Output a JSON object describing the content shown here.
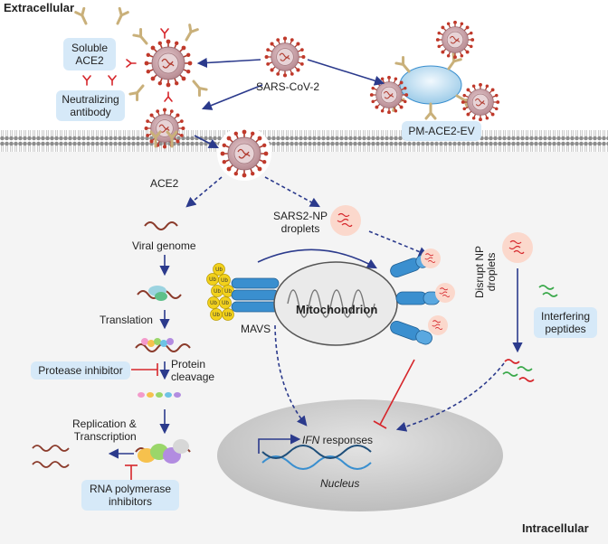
{
  "regions": {
    "extracellular": "Extracellular",
    "intracellular": "Intracellular",
    "nucleus": "Nucleus"
  },
  "virus": {
    "name": "SARS-CoV-2"
  },
  "receptors": {
    "ace2": "ACE2",
    "mavs": "MAVS",
    "mitochondrion": "Mitochondrion"
  },
  "interventions": {
    "soluble_ace2": [
      "Soluble",
      "ACE2"
    ],
    "neutralizing_antibody": [
      "Neutralizing",
      "antibody"
    ],
    "pm_ace2_ev": "PM-ACE2-EV",
    "protease_inhibitor": "Protease inhibitor",
    "rna_pol_inhibitors": [
      "RNA polymerase",
      "inhibitors"
    ],
    "interfering_peptides": [
      "Interfering",
      "peptides"
    ]
  },
  "steps": {
    "viral_genome": "Viral genome",
    "translation": "Translation",
    "protein_cleavage": [
      "Protein",
      "cleavage"
    ],
    "replication": [
      "Replication &",
      "Transcription"
    ],
    "np_droplets": [
      "SARS2-NP",
      "droplets"
    ],
    "disrupt_np": [
      "Disrupt NP",
      "droplets"
    ],
    "ifn_responses": [
      "IFN",
      " responses"
    ],
    "ubiquitin": "Ub"
  },
  "colors": {
    "arrow": "#2b3a8c",
    "inhibit": "#d6262b",
    "box_fill": "#d6e9f8",
    "virus_body": "#c9a7ad",
    "spike": "#c0392b",
    "ace2_receptor": "#c9b07a",
    "mavs_blue": "#3a8fcf",
    "ub_yellow": "#f2d11c",
    "membrane": "#9a9a9a",
    "cytoplasm": "#f4f4f4",
    "nucleus": "#d4d4d4",
    "np_droplet": "#fbd8cc"
  }
}
